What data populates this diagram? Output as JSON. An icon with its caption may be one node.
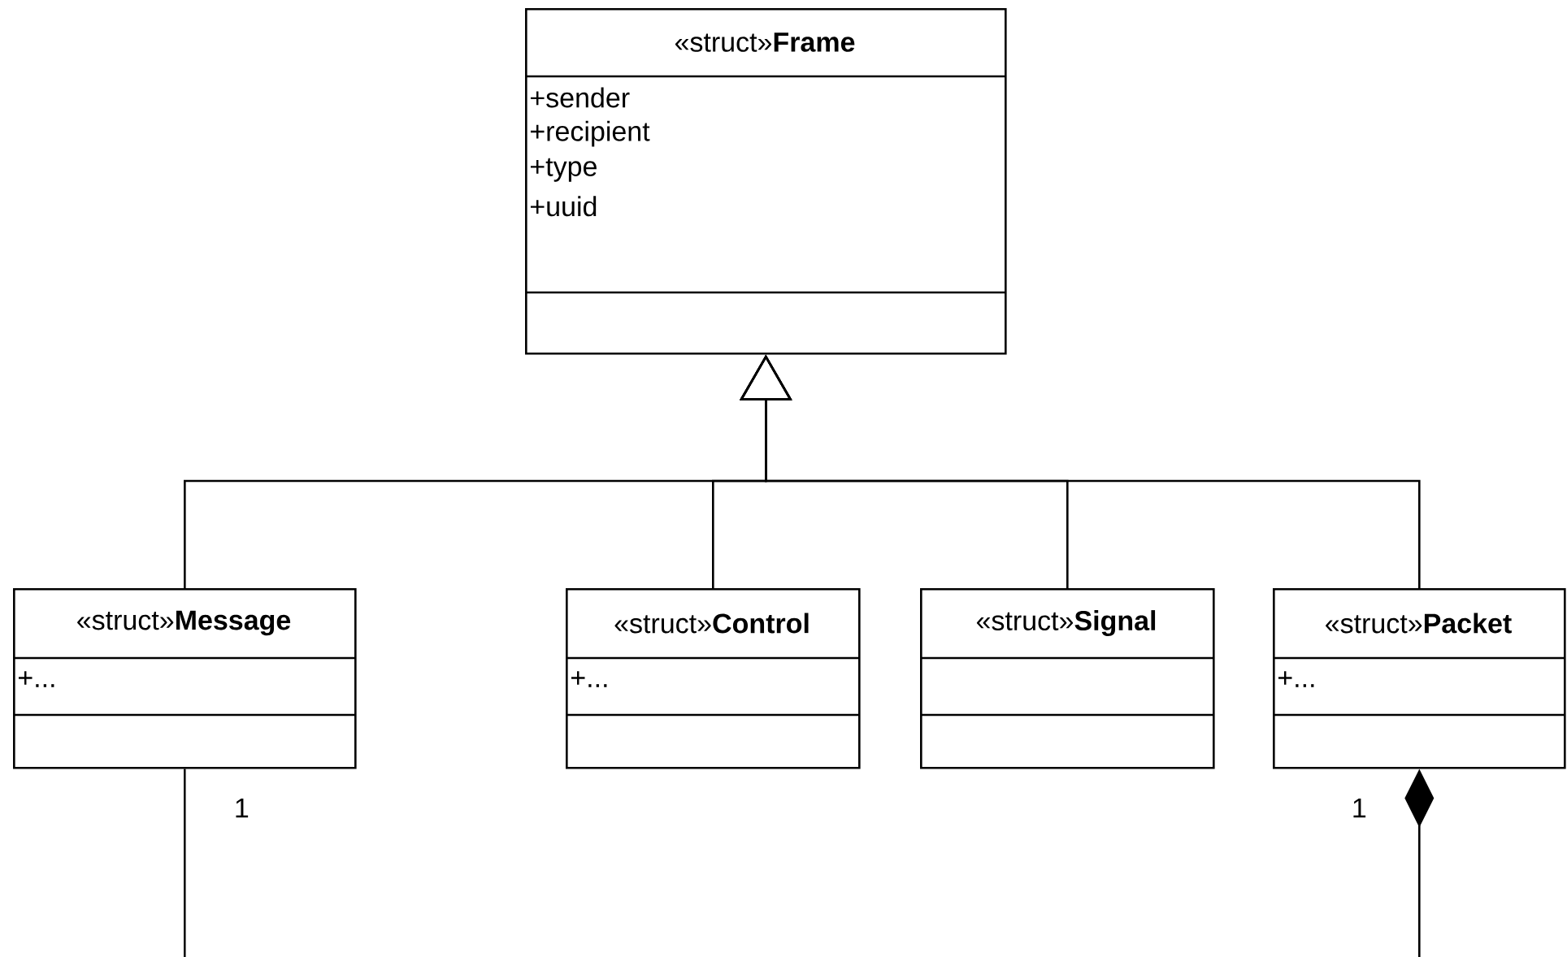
{
  "diagram": {
    "nodes": [
      {
        "text": [
          "«struct»**Frame**",
          "+sender",
          "+recipient",
          "+type",
          "+uuid"
        ]
      },
      {
        "text": [
          "«struct»**Message**",
          "+..."
        ]
      },
      {
        "text": [
          "«struct»**Control**",
          "+..."
        ]
      },
      {
        "text": [
          "«struct»**Signal**"
        ]
      },
      {
        "text": [
          "«struct»**Packet**",
          "+..."
        ]
      }
    ],
    "edges": [
      {
        "from": 1,
        "to": 0,
        "arrow": "to"
      },
      {
        "from": 2,
        "to": 0,
        "arrow": "to"
      },
      {
        "from": 3,
        "to": 0,
        "arrow": "to"
      },
      {
        "from": 4,
        "to": 0,
        "arrow": "to"
      },
      {
        "from": 1,
        "to": null,
        "arrow": "none",
        "label": "1"
      },
      {
        "from": 4,
        "to": null,
        "arrow": "other",
        "label": "1"
      }
    ]
  }
}
